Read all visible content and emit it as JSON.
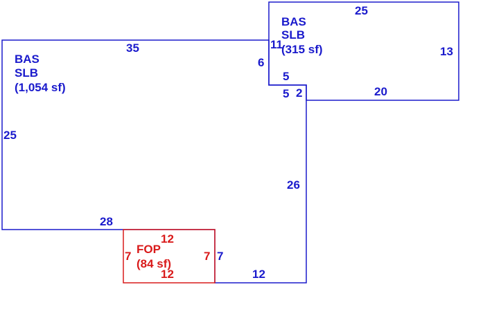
{
  "colors": {
    "building": "#1a1acc",
    "porch": "#d91a1a"
  },
  "areas": {
    "main": {
      "code": "BAS",
      "sub": "SLB",
      "area": "(1,054 sf)"
    },
    "addition": {
      "code": "BAS",
      "sub": "SLB",
      "area": "(315 sf)"
    },
    "porch": {
      "code": "FOP",
      "area": "(84 sf)"
    }
  },
  "dimensions": {
    "main_top": "35",
    "main_left": "25",
    "main_bottom": "28",
    "main_right_upper": "6",
    "addition_left": "11",
    "addition_top": "25",
    "addition_right": "13",
    "addition_bottom": "20",
    "step_upper": "5",
    "step_lower": "5",
    "step_small": "2",
    "main_right_lower": "26",
    "bottom_right": "12",
    "right_of_porch": "7",
    "porch_top": "12",
    "porch_bottom": "12",
    "porch_left": "7",
    "porch_right": "7"
  }
}
